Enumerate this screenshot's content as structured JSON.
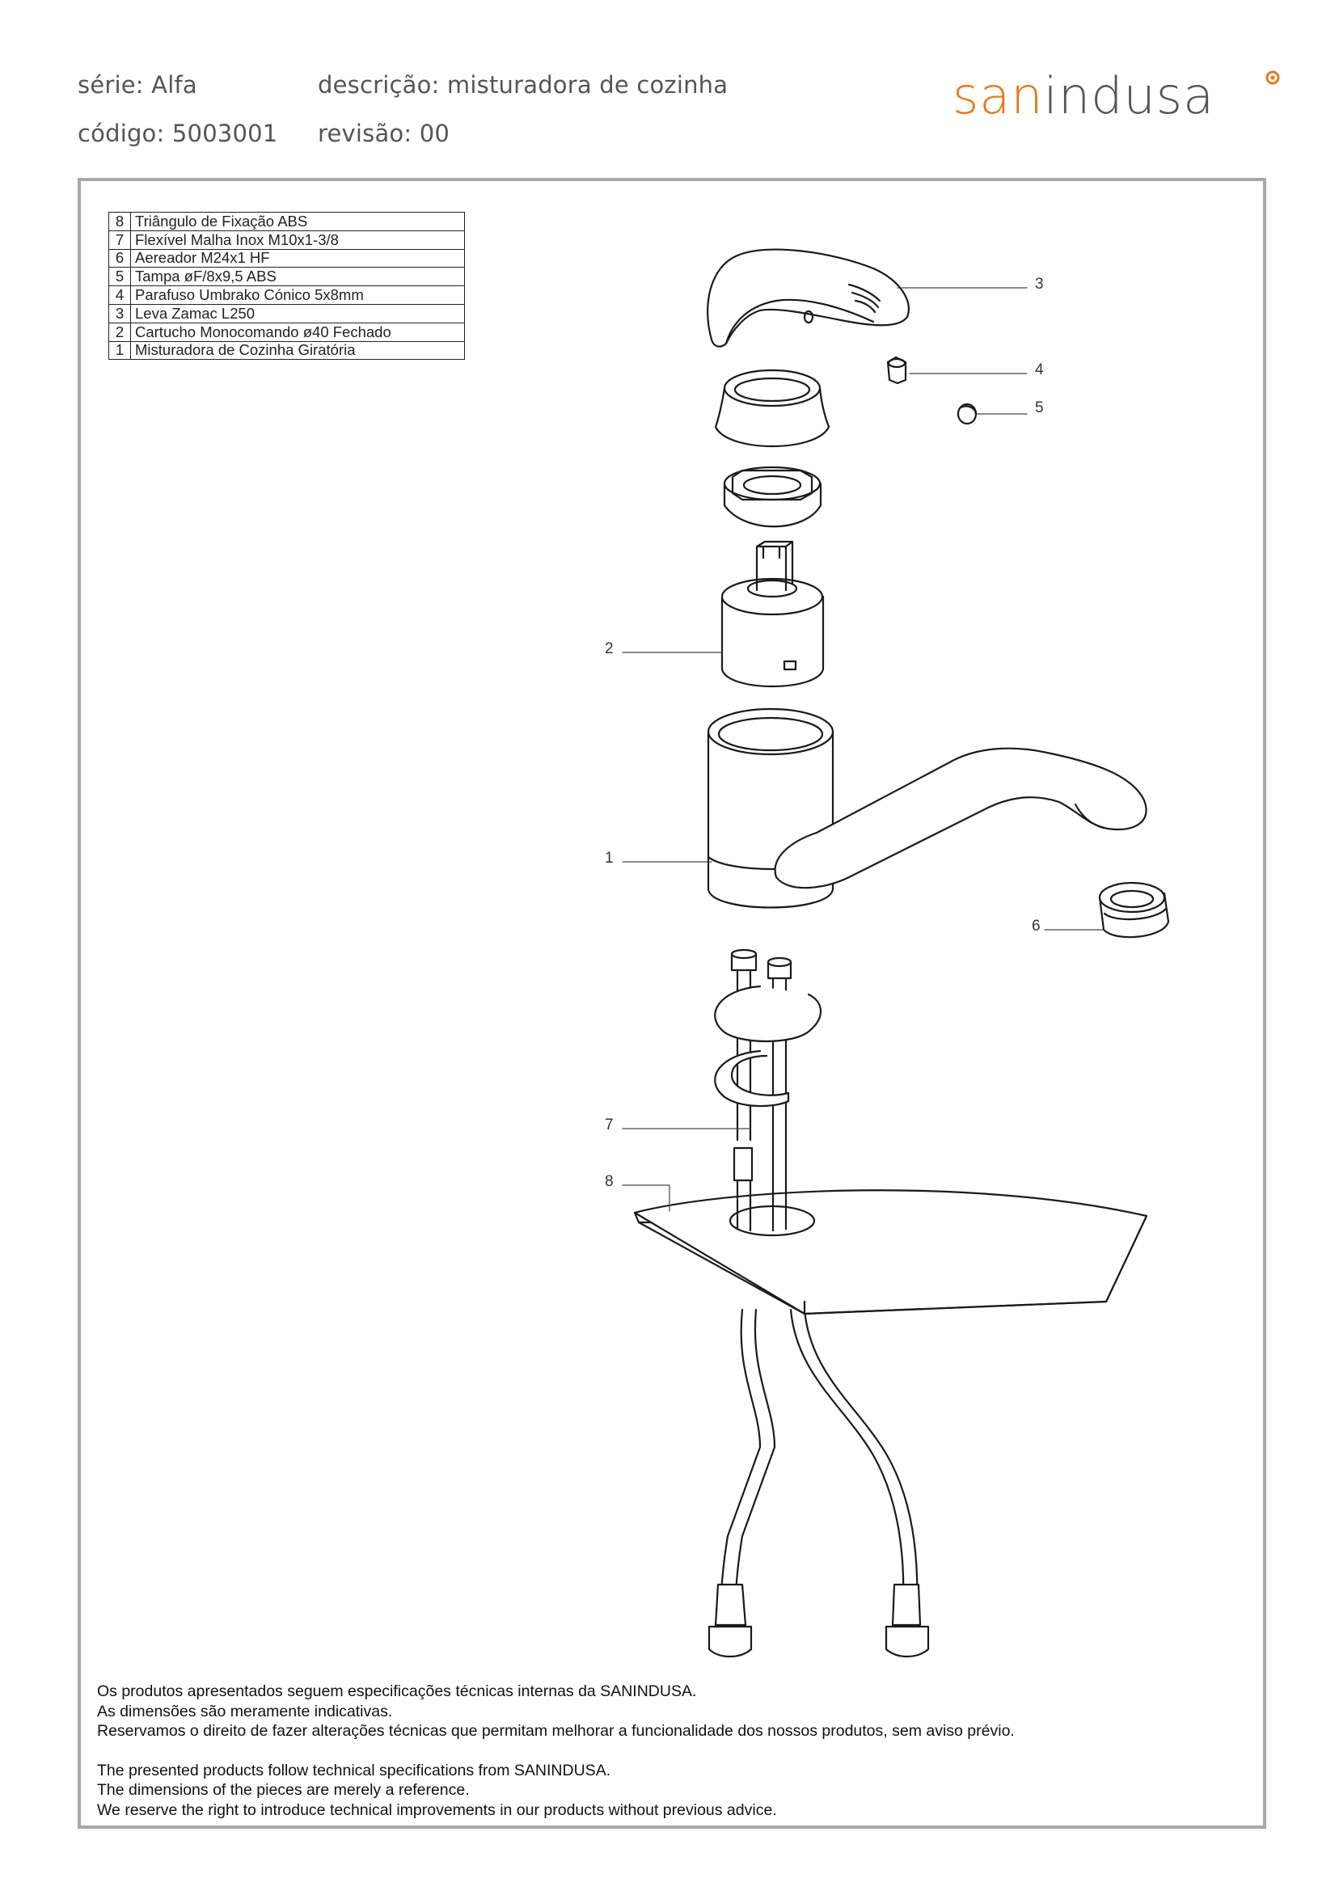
{
  "header": {
    "serie_label": "série: Alfa",
    "codigo_label": "código: 5003001",
    "descricao_label": "descrição: misturadora de cozinha",
    "revisao_label": "revisão: 00"
  },
  "brand": {
    "name": "sanindusa",
    "name_part1": "san",
    "name_part2": "indusa",
    "accent_color": "#e8781e",
    "text_color": "#555555"
  },
  "parts": [
    {
      "num": "8",
      "desc": "Triângulo de Fixação ABS"
    },
    {
      "num": "7",
      "desc": "Flexível Malha Inox M10x1-3/8"
    },
    {
      "num": "6",
      "desc": "Aereador M24x1 HF"
    },
    {
      "num": "5",
      "desc": "Tampa øF/8x9,5 ABS"
    },
    {
      "num": "4",
      "desc": "Parafuso Umbrako Cónico 5x8mm"
    },
    {
      "num": "3",
      "desc": "Leva Zamac L250"
    },
    {
      "num": "2",
      "desc": "Cartucho Monocomando ø40 Fechado"
    },
    {
      "num": "1",
      "desc": "Misturadora de Cozinha Giratória"
    }
  ],
  "callouts": {
    "c1": "1",
    "c2": "2",
    "c3": "3",
    "c4": "4",
    "c5": "5",
    "c6": "6",
    "c7": "7",
    "c8": "8"
  },
  "notes": {
    "pt_1": "Os produtos apresentados seguem especificações técnicas internas da SANINDUSA.",
    "pt_2": "As dimensões são meramente indicativas.",
    "pt_3": "Reservamos o direito de fazer alterações técnicas que permitam melhorar a funcionalidade dos nossos produtos, sem aviso prévio.",
    "en_1": "The presented products follow technical specifications from SANINDUSA.",
    "en_2": "The dimensions of the pieces are merely a reference.",
    "en_3": "We reserve the right to introduce technical improvements in our products without previous advice."
  }
}
